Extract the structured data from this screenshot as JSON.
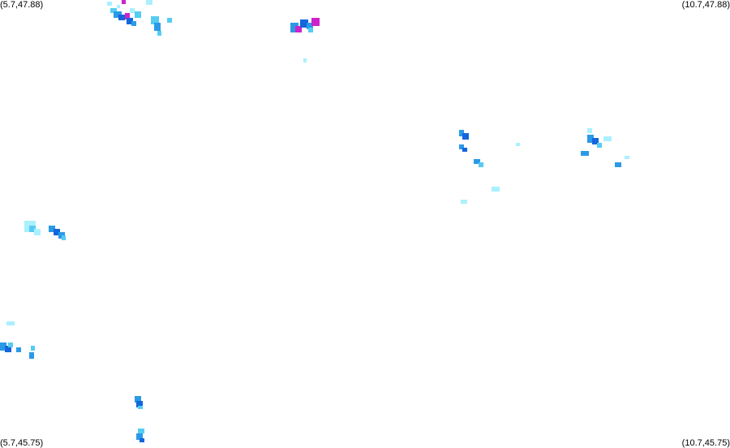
{
  "corners": {
    "top_left": "(5.7,47.88)",
    "top_right": "(10.7,47.88)",
    "bottom_left": "(5.7,45.75)",
    "bottom_right": "(10.7,45.75)"
  },
  "colors": {
    "background": "#ffffff",
    "light_cyan": "#aaf0ff",
    "cyan": "#55ccf2",
    "sky_blue": "#2a9ae6",
    "blue": "#1466dd",
    "magenta": "#cc22cc"
  }
}
